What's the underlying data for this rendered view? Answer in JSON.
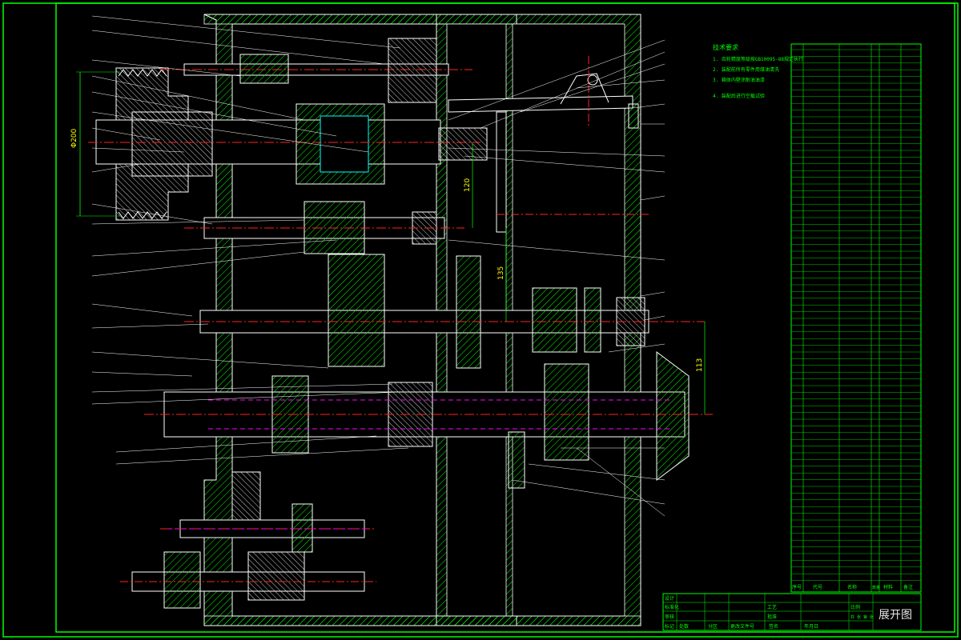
{
  "drawing": {
    "main_title": "展开图",
    "dimensions": {
      "belt_pulley": "Φ200",
      "shaft_span": "120",
      "center_distance": "135",
      "spindle_bore": "113"
    },
    "notes": {
      "heading": "技术要求",
      "items": [
        "1. 齿轮精度等级按GB10095-88规定执行",
        "2. 装配前所有零件用煤油清洗",
        "3. 箱体内壁涂耐油油漆",
        "4. 装配后进行空载试验"
      ]
    },
    "title_block": {
      "header_cells": [
        "标记",
        "处数",
        "分区",
        "更改文件号",
        "签名",
        "年月日"
      ],
      "role_cells": [
        "设计",
        "标准化",
        "审核",
        "工艺",
        "批准"
      ],
      "scale_label": "比例",
      "sheet_label": "共 张 第 张"
    },
    "parts_list_header": [
      "序号",
      "代号",
      "名称",
      "数量",
      "材料",
      "备注"
    ]
  },
  "colors": {
    "frame": "#00ff00",
    "hatch": "#00ff00",
    "shaft": "#ffffff",
    "centerline": "#ff2222",
    "leader": "#ffffff",
    "magenta": "#ff00ff",
    "dimension_text": "#ffff00",
    "highlight": "#00ffff"
  }
}
